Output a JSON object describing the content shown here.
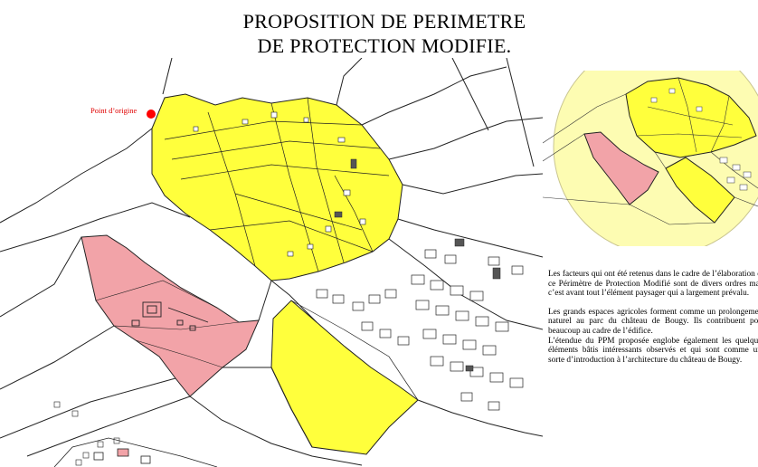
{
  "title": {
    "line1": "PROPOSITION DE PERIMETRE",
    "line2": "DE PROTECTION MODIFIE."
  },
  "map": {
    "origin_label": "Point d’origine",
    "colors": {
      "modified_perimeter": "#ffff3c",
      "chateau_park": "#f2a3a8",
      "inset_radius_zone": "#fdfcb2",
      "parcel_lines": "#222222",
      "origin_point": "#ff0000"
    }
  },
  "text": {
    "paragraph1": "Les facteurs qui ont été retenus dans le cadre de l’élaboration de ce Périmètre de Protection Modifié sont de divers ordres mais c’est avant tout l’élément paysager qui a largement prévalu.",
    "paragraph2": "Les grands espaces agricoles forment comme un prolongement naturel au parc du château de Bougy. Ils contribuent pour beaucoup au cadre de l’édifice.",
    "paragraph3": "L’étendue du PPM proposée englobe également les quelques éléments bâtis intéressants observés et qui sont comme une sorte d’introduction à l’architecture du château de Bougy."
  }
}
